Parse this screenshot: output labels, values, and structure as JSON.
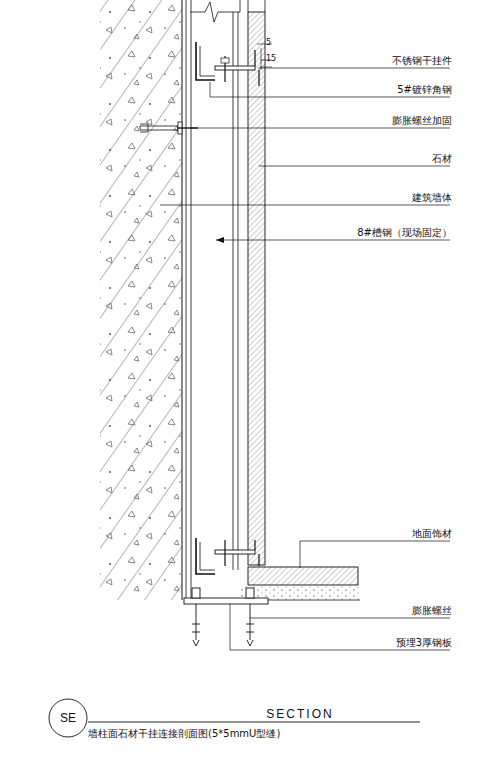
{
  "diagram": {
    "title": "SECTION",
    "caption": "墙柱面石材干挂连接剖面图(5*5mmU型缝)",
    "nodes": [
      {
        "text": [
          "SE"
        ]
      }
    ],
    "edges": [],
    "labels": [
      "5",
      "15",
      "不锈钢干挂件",
      "5#镀锌角钢",
      "膨胀螺丝加固",
      "石材",
      "建筑墙体",
      "8#槽钢（现场固定）",
      "地面饰材",
      "膨胀螺丝",
      "预埋3厚钢板"
    ]
  }
}
